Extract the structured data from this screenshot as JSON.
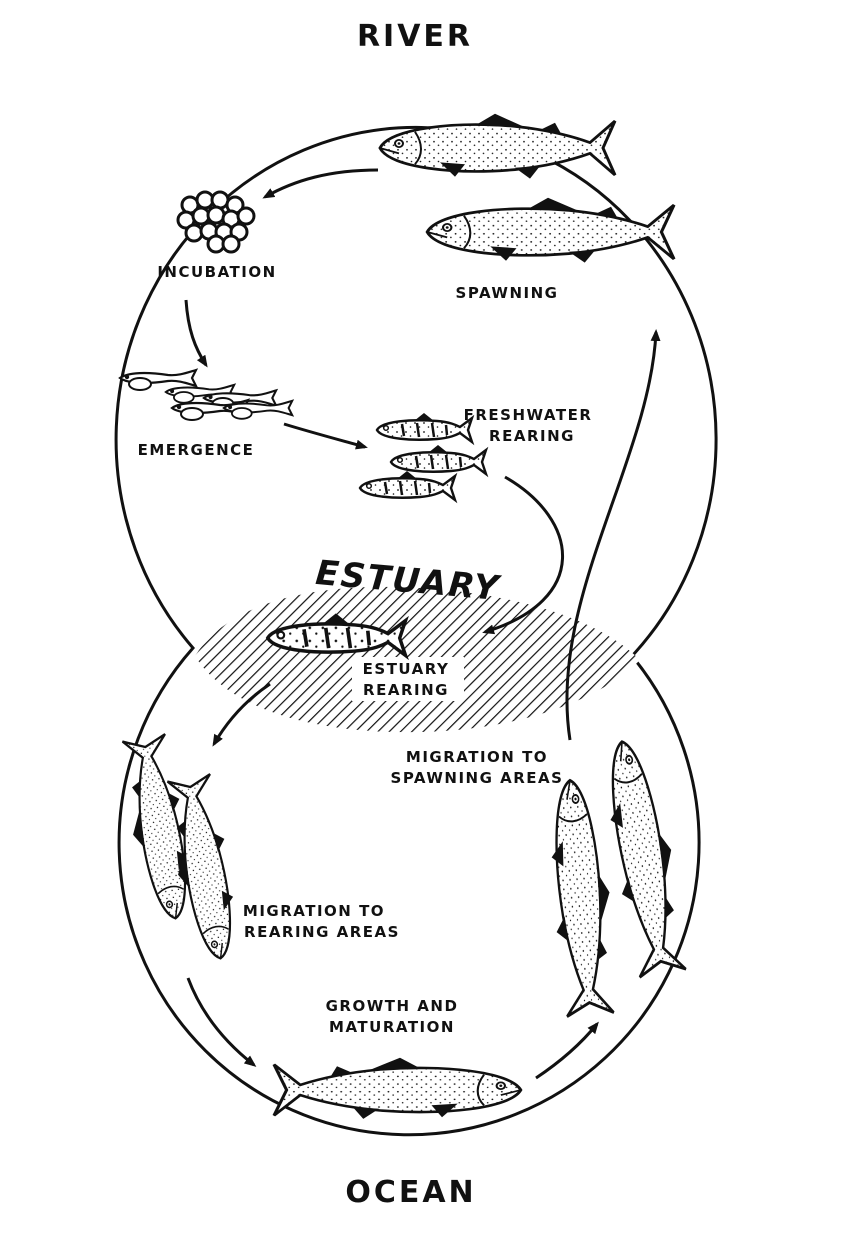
{
  "diagram": {
    "top_label": "RIVER",
    "bottom_label": "OCEAN",
    "estuary_label": "ESTUARY",
    "stages": {
      "spawning": "SPAWNING",
      "incubation": "INCUBATION",
      "emergence": "EMERGENCE",
      "freshwater_rearing": [
        "FRESHWATER",
        "REARING"
      ],
      "estuary_rearing": [
        "ESTUARY",
        "REARING"
      ],
      "migration_rearing": [
        "MIGRATION TO",
        "REARING AREAS"
      ],
      "growth": [
        "GROWTH AND",
        "MATURATION"
      ],
      "migration_spawning": [
        "MIGRATION TO",
        "SPAWNING AREAS"
      ]
    }
  }
}
